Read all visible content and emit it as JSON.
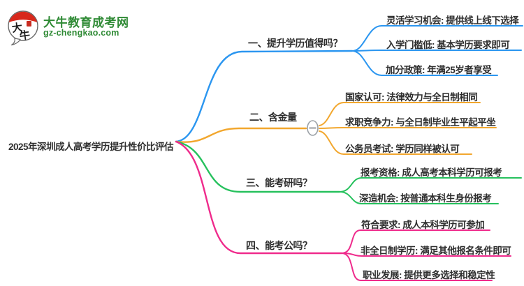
{
  "logo": {
    "title": "大牛教育成考网",
    "domain": "gz-chengkao.com",
    "icon": "daniu-cow-bubble-icon"
  },
  "root": {
    "title": "2025年深圳成人高考学历提升性价比评估"
  },
  "colors": {
    "branch1": "#2b96f0",
    "branch2": "#f2a72e",
    "branch3": "#26c15d",
    "branch4": "#ef2b8c",
    "logo_green": "#2f8a35"
  },
  "collapse_button": {
    "state": "expanded",
    "glyph": "−"
  },
  "branches": [
    {
      "label": "一、提升学历值得吗？",
      "color": "#2b96f0",
      "children": [
        "灵活学习机会: 提供线上线下选择",
        "入学门槛低: 基本学历要求即可",
        "加分政策: 年满25岁者享受"
      ]
    },
    {
      "label": "二、含金量",
      "color": "#f2a72e",
      "children": [
        "国家认可: 法律效力与全日制相同",
        "求职竞争力: 与全日制毕业生平起平坐",
        "公务员考试: 学历同样被认可"
      ]
    },
    {
      "label": "三、能考研吗？",
      "color": "#26c15d",
      "children": [
        "报考资格: 成人高考本科学历可报考",
        "深造机会: 按普通本科生身份报考"
      ]
    },
    {
      "label": "四、能考公吗？",
      "color": "#ef2b8c",
      "children": [
        "符合要求: 成人本科学历可参加",
        "非全日制学历: 满足其他报名条件即可",
        "职业发展: 提供更多选择和稳定性"
      ]
    }
  ]
}
